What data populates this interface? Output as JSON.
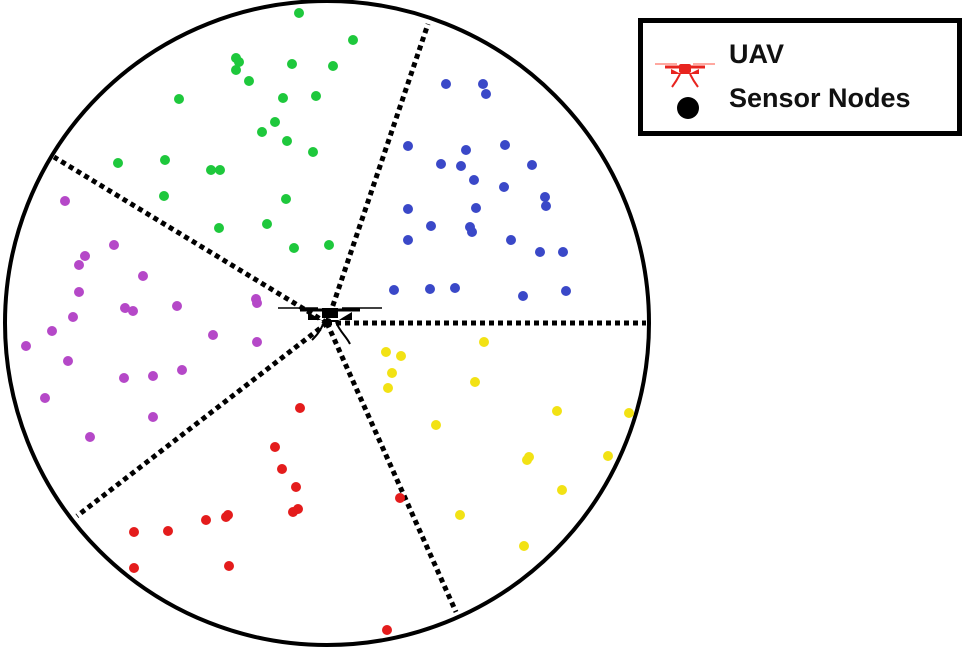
{
  "legend": {
    "uav_label": "UAV",
    "sensor_label": "Sensor Nodes",
    "uav_icon_color": "#e8241f",
    "sensor_icon_color": "#000000"
  },
  "clusters": [
    {
      "name": "green",
      "color": "#1ec83c"
    },
    {
      "name": "blue",
      "color": "#3a48c8"
    },
    {
      "name": "yellow",
      "color": "#f2e214"
    },
    {
      "name": "red",
      "color": "#e41c1c"
    },
    {
      "name": "purple",
      "color": "#b548c8"
    }
  ],
  "icons": {
    "uav": "drone-icon",
    "sensor": "sensor-node-icon"
  }
}
